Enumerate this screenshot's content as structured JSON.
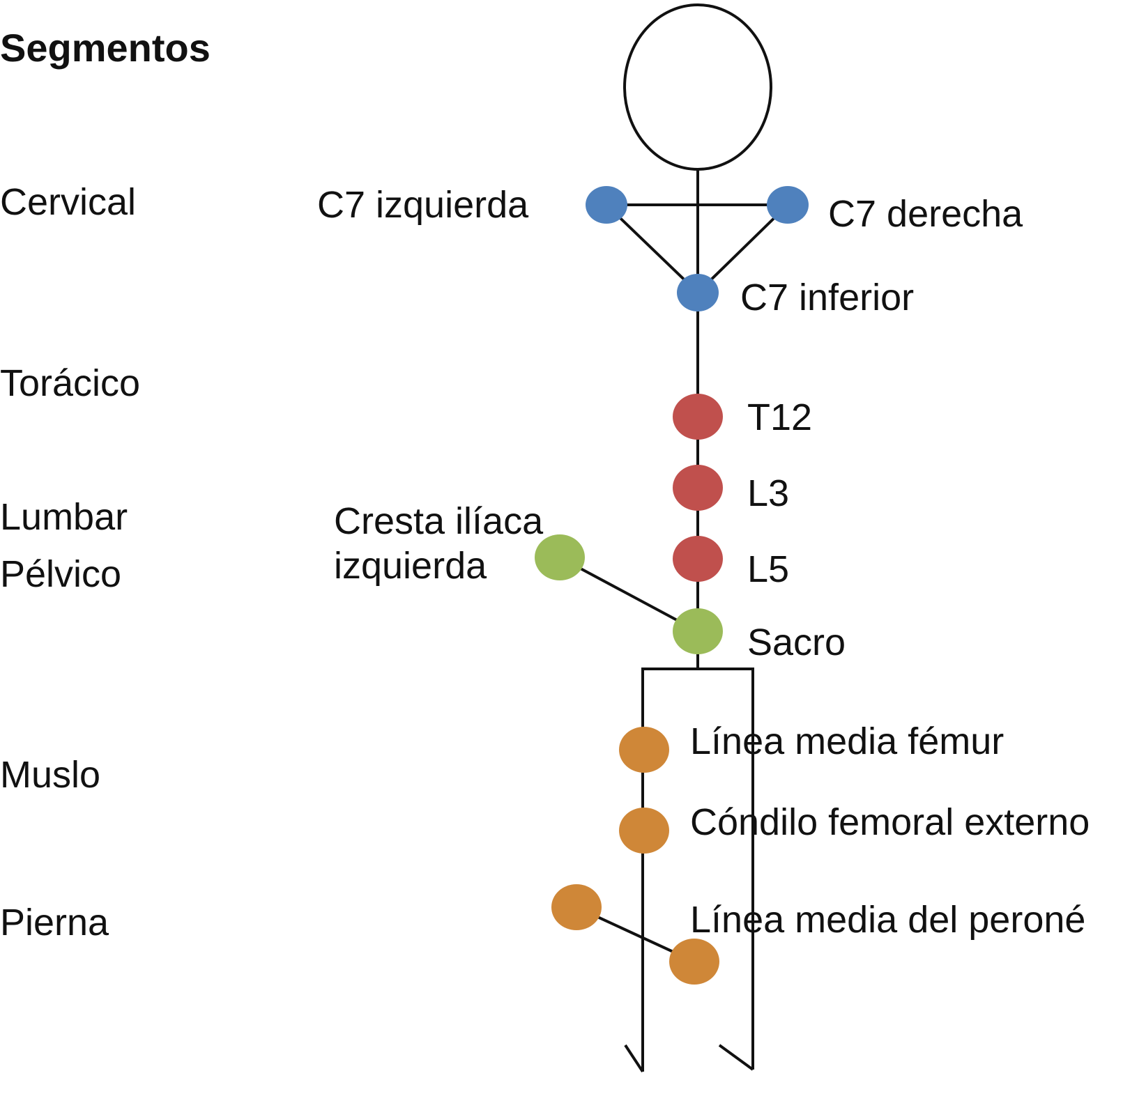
{
  "heading": "Segmentos",
  "segments": [
    "Cervical",
    "Torácico",
    "Lumbar",
    "Pélvico",
    "Muslo",
    "Pierna"
  ],
  "markers": {
    "c7_left": "C7 izquierda",
    "c7_right": "C7 derecha",
    "c7_lower": "C7 inferior",
    "t12": "T12",
    "l3": "L3",
    "l5": "L5",
    "iliac_crest_line1": "Cresta ilíaca",
    "iliac_crest_line2": "izquierda",
    "sacrum": "Sacro",
    "femur_midline": "Línea media fémur",
    "lateral_femoral_condyle": "Cóndilo femoral externo",
    "fibula_midline": "Línea media del peroné"
  },
  "colors": {
    "cervical": "#4F81BD",
    "thoracolumbar": "#C0504D",
    "pelvic": "#9BBB59",
    "leg": "#CF8738",
    "line": "#111111"
  }
}
